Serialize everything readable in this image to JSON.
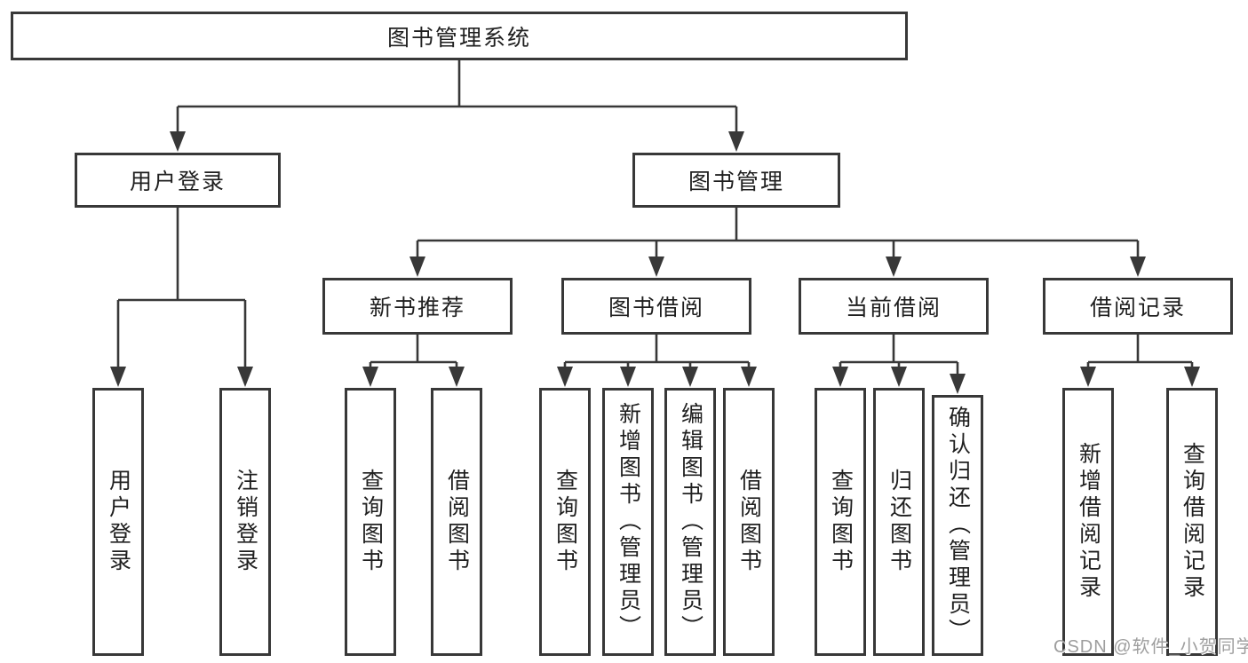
{
  "diagram": {
    "type": "feature-tree",
    "colors": {
      "line": "#383838",
      "box_border": "#383838",
      "box_fill": "#ffffff",
      "text": "#1f1f1f",
      "background": "#ffffff",
      "watermark": "#9e9e9e"
    },
    "tree": {
      "root": {
        "label": "图书管理系统",
        "children": [
          {
            "label": "用户登录",
            "children": [
              {
                "label": "用户登录"
              },
              {
                "label": "注销登录"
              }
            ]
          },
          {
            "label": "图书管理",
            "children": [
              {
                "label": "新书推荐",
                "children": [
                  {
                    "label": "查询图书"
                  },
                  {
                    "label": "借阅图书"
                  }
                ]
              },
              {
                "label": "图书借阅",
                "children": [
                  {
                    "label": "查询图书"
                  },
                  {
                    "label": "新增图书（管理员）"
                  },
                  {
                    "label": "编辑图书（管理员）"
                  },
                  {
                    "label": "借阅图书"
                  }
                ]
              },
              {
                "label": "当前借阅",
                "children": [
                  {
                    "label": "查询图书"
                  },
                  {
                    "label": "归还图书"
                  },
                  {
                    "label": "确认归还（管理员）"
                  }
                ]
              },
              {
                "label": "借阅记录",
                "children": [
                  {
                    "label": "新增借阅记录"
                  },
                  {
                    "label": "查询借阅记录"
                  }
                ]
              }
            ]
          }
        ]
      }
    }
  },
  "watermark": {
    "text": "CSDN @软件_小贺同学"
  }
}
